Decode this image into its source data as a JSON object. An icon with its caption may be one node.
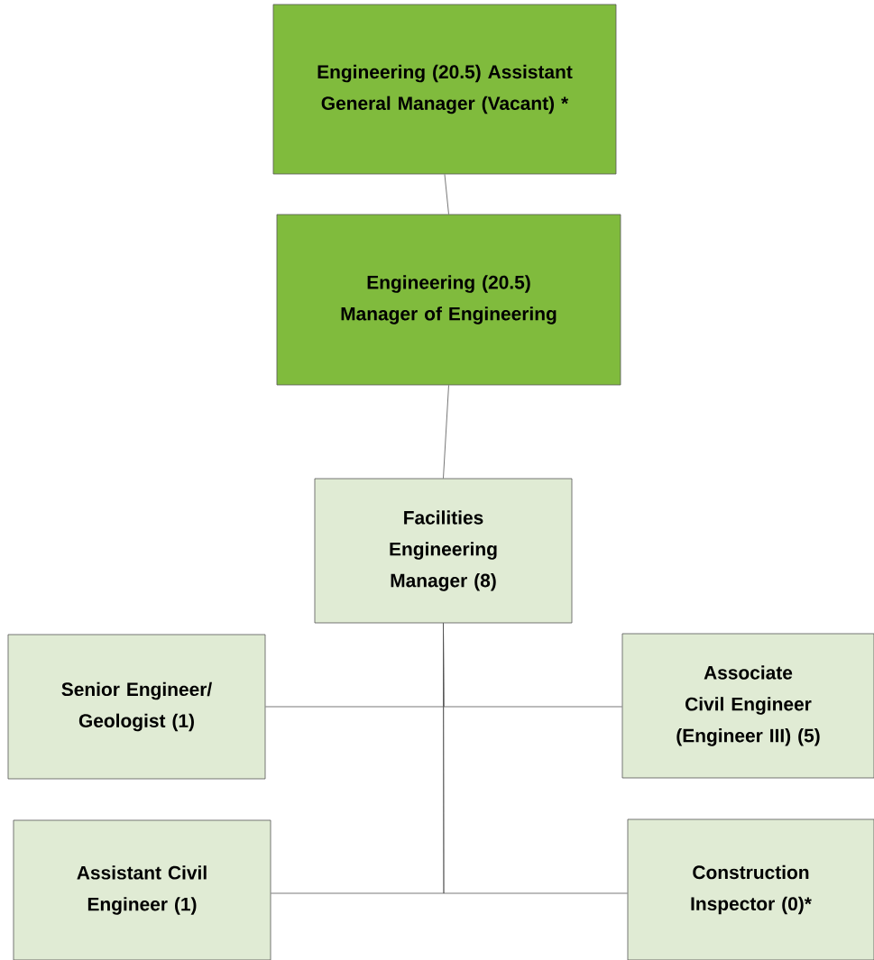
{
  "diagram": {
    "nodes": [
      {
        "text": [
          "Engineering (20.5) Assistant General Manager (Vacant) *"
        ]
      },
      {
        "text": [
          "Engineering (20.5) Manager of Engineering"
        ]
      },
      {
        "text": [
          "Facilities Engineering Manager (8)"
        ]
      },
      {
        "text": [
          "Senior Engineer/ Geologist (1)"
        ]
      },
      {
        "text": [
          "Associate Civil Engineer (Engineer III) (5)"
        ]
      },
      {
        "text": [
          "Assistant Civil Engineer (1)"
        ]
      },
      {
        "text": [
          "Construction Inspector (0)*"
        ]
      }
    ],
    "edges": [
      {
        "from": 0,
        "to": 1,
        "arrow": "none"
      },
      {
        "from": 1,
        "to": 2,
        "arrow": "none"
      },
      {
        "from": 2,
        "to": 3,
        "arrow": "none"
      },
      {
        "from": 2,
        "to": 4,
        "arrow": "none"
      },
      {
        "from": 2,
        "to": 5,
        "arrow": "none"
      },
      {
        "from": 2,
        "to": 6,
        "arrow": "none"
      }
    ]
  }
}
